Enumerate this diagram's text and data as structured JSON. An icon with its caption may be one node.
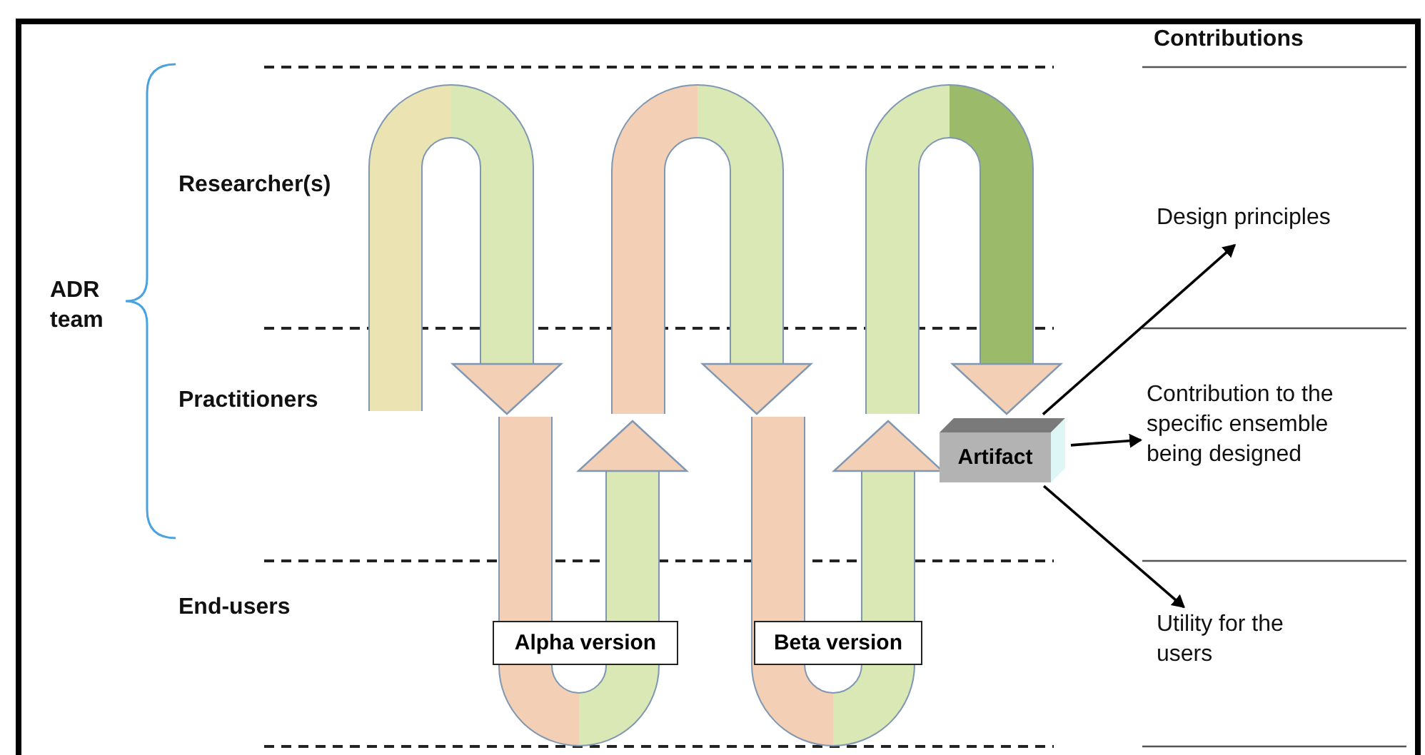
{
  "diagram": {
    "nodes": [
      {
        "text": [
          "Artifact"
        ]
      },
      {
        "text": [
          "Design principles"
        ]
      },
      {
        "text": [
          "Contribution to the specific ensemble being designed"
        ]
      },
      {
        "text": [
          "Utility for the users"
        ]
      },
      {
        "text": [
          "Alpha version"
        ]
      },
      {
        "text": [
          "Beta version"
        ]
      }
    ],
    "edges": [
      {
        "from": 0,
        "to": 1,
        "arrow": "to"
      },
      {
        "from": 0,
        "to": 2,
        "arrow": "to"
      },
      {
        "from": 0,
        "to": 3,
        "arrow": "to"
      }
    ],
    "labels": [
      "Contributions",
      "ADR team",
      "Researcher(s)",
      "Practitioners",
      "End-users"
    ]
  }
}
